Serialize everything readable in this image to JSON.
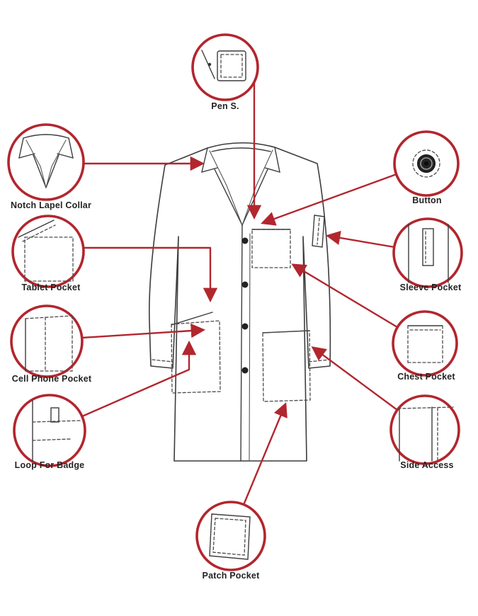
{
  "diagram": {
    "subject": "lab-coat-features",
    "accent_color": "#b2262e",
    "line_color": "#3c3c3c",
    "callouts": [
      {
        "id": "pen-slot",
        "label": "Pen S."
      },
      {
        "id": "notch-lapel-collar",
        "label": "Notch Lapel Collar"
      },
      {
        "id": "tablet-pocket",
        "label": "Tablet Pocket"
      },
      {
        "id": "cell-phone-pocket",
        "label": "Cell Phone Pocket"
      },
      {
        "id": "loop-for-badge",
        "label": "Loop For Badge"
      },
      {
        "id": "button",
        "label": "Button"
      },
      {
        "id": "sleeve-pocket",
        "label": "Sleeve Pocket"
      },
      {
        "id": "chest-pocket",
        "label": "Chest Pocket"
      },
      {
        "id": "side-access",
        "label": "Side Access"
      },
      {
        "id": "patch-pocket",
        "label": "Patch Pocket"
      }
    ]
  }
}
